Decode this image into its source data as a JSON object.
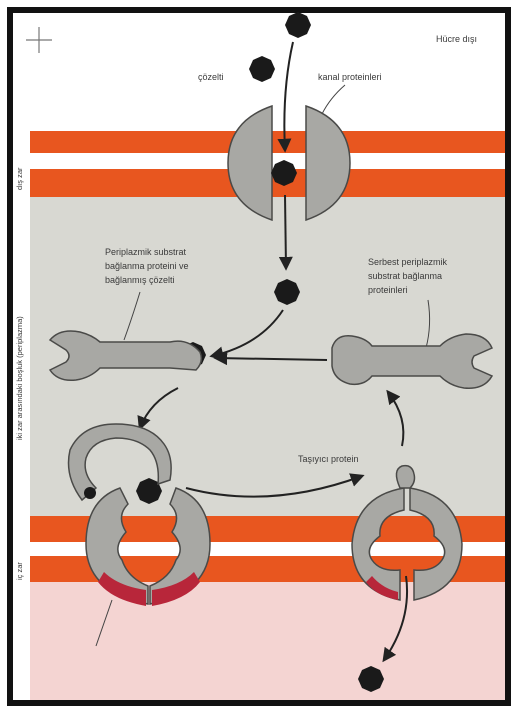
{
  "labels": {
    "outside_cell": "Hücre dışı",
    "solute": "çözelti",
    "channel_protein": "kanal proteinleri",
    "periplasm_bound": [
      "Periplazmik substrat",
      "bağlanma proteini ve",
      "bağlanmış çözelti"
    ],
    "free_periplasm": [
      "Serbest periplazmik",
      "substrat bağlanma",
      "proteinleri"
    ],
    "carrier_protein": "Taşıyıcı protein",
    "periplasmic_space": "iki zar arasındaki boşluk (periplazma)",
    "outer_membrane": "dış zar",
    "inner_membrane": "iç zar"
  },
  "colors": {
    "membrane_orange": "#e8561f",
    "membrane_white": "#ffffff",
    "periplasm": "#d8d8d2",
    "cytoplasm": "#f4d4d2",
    "protein_fill": "#a8a8a4",
    "protein_stroke": "#4a4a48",
    "solute": "#1a1a1a",
    "atp_red": "#b8263a",
    "frame": "#111111"
  },
  "icons": [
    "crosshair-icon",
    "solute-molecule-icon",
    "arrow-icon"
  ]
}
